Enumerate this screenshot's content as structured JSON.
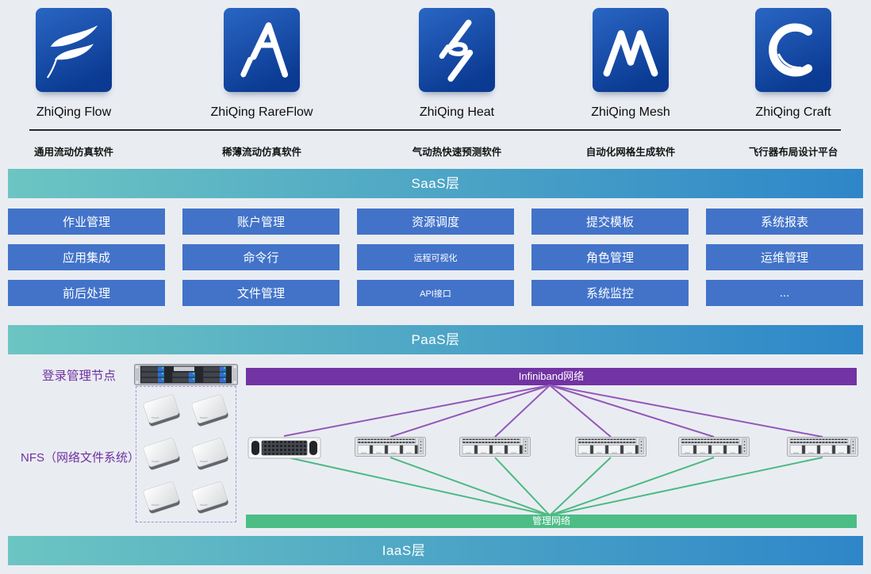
{
  "products": [
    {
      "name": "ZhiQing Flow",
      "description": "通用流动仿真软件"
    },
    {
      "name": "ZhiQing RareFlow",
      "description": "稀薄流动仿真软件"
    },
    {
      "name": "ZhiQing Heat",
      "description": "气动热快速预测软件"
    },
    {
      "name": "ZhiQing Mesh",
      "description": "自动化网格生成软件"
    },
    {
      "name": "ZhiQing Craft",
      "description": "飞行器布局设计平台"
    }
  ],
  "layers": {
    "saas": "SaaS层",
    "paas": "PaaS层",
    "iaas": "IaaS层"
  },
  "saas_modules": [
    {
      "label": "作业管理"
    },
    {
      "label": "账户管理"
    },
    {
      "label": "资源调度"
    },
    {
      "label": "提交模板"
    },
    {
      "label": "系统报表"
    },
    {
      "label": "应用集成"
    },
    {
      "label": "命令行"
    },
    {
      "label": "远程可视化"
    },
    {
      "label": "角色管理"
    },
    {
      "label": "运维管理"
    },
    {
      "label": "前后处理"
    },
    {
      "label": "文件管理"
    },
    {
      "label": "API接口"
    },
    {
      "label": "系统监控"
    },
    {
      "label": "..."
    }
  ],
  "infrastructure": {
    "login_node_label": "登录管理节点",
    "nfs_label": "NFS（网络文件系统）",
    "infiniband_network_label": "Infiniband网络",
    "management_network_label": "管理网络",
    "compute_node_count": 6,
    "nfs_disk_count": 6
  },
  "colors": {
    "background": "#e9edf2",
    "layer_gradient_start": "#6cc5c2",
    "layer_gradient_end": "#2e86c9",
    "module_button": "#4273c9",
    "infiniband_bar": "#7233a3",
    "management_bar": "#4cbd85",
    "infra_label_text": "#7030a0",
    "logo_blue_light": "#2a66c4",
    "logo_blue_dark": "#0a3a92",
    "purple_line": "#9457b8",
    "green_line": "#4eb983"
  }
}
